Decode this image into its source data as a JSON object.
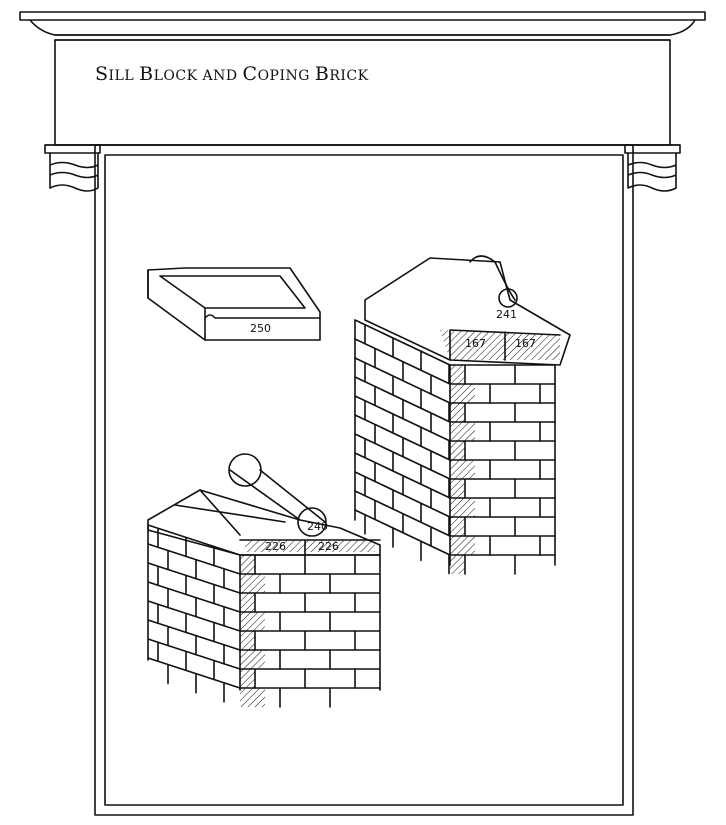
{
  "title": {
    "first_word_initial": "S",
    "first_word_rest": "ILL ",
    "second_initial": "B",
    "second_rest": "LOCK AND ",
    "third_initial": "C",
    "third_rest": "OPING ",
    "fourth_initial": "B",
    "fourth_rest": "RICK",
    "full": "Sill Block and Coping Brick"
  },
  "labels": {
    "sill_block": "250",
    "coping_top_right": "241",
    "coping_right_left_face": "167",
    "coping_right_right_face": "167",
    "coping_top_left": "240",
    "coping_left_left_face": "226",
    "coping_left_right_face": "226"
  },
  "colors": {
    "ink": "#111111",
    "paper": "#ffffff"
  }
}
